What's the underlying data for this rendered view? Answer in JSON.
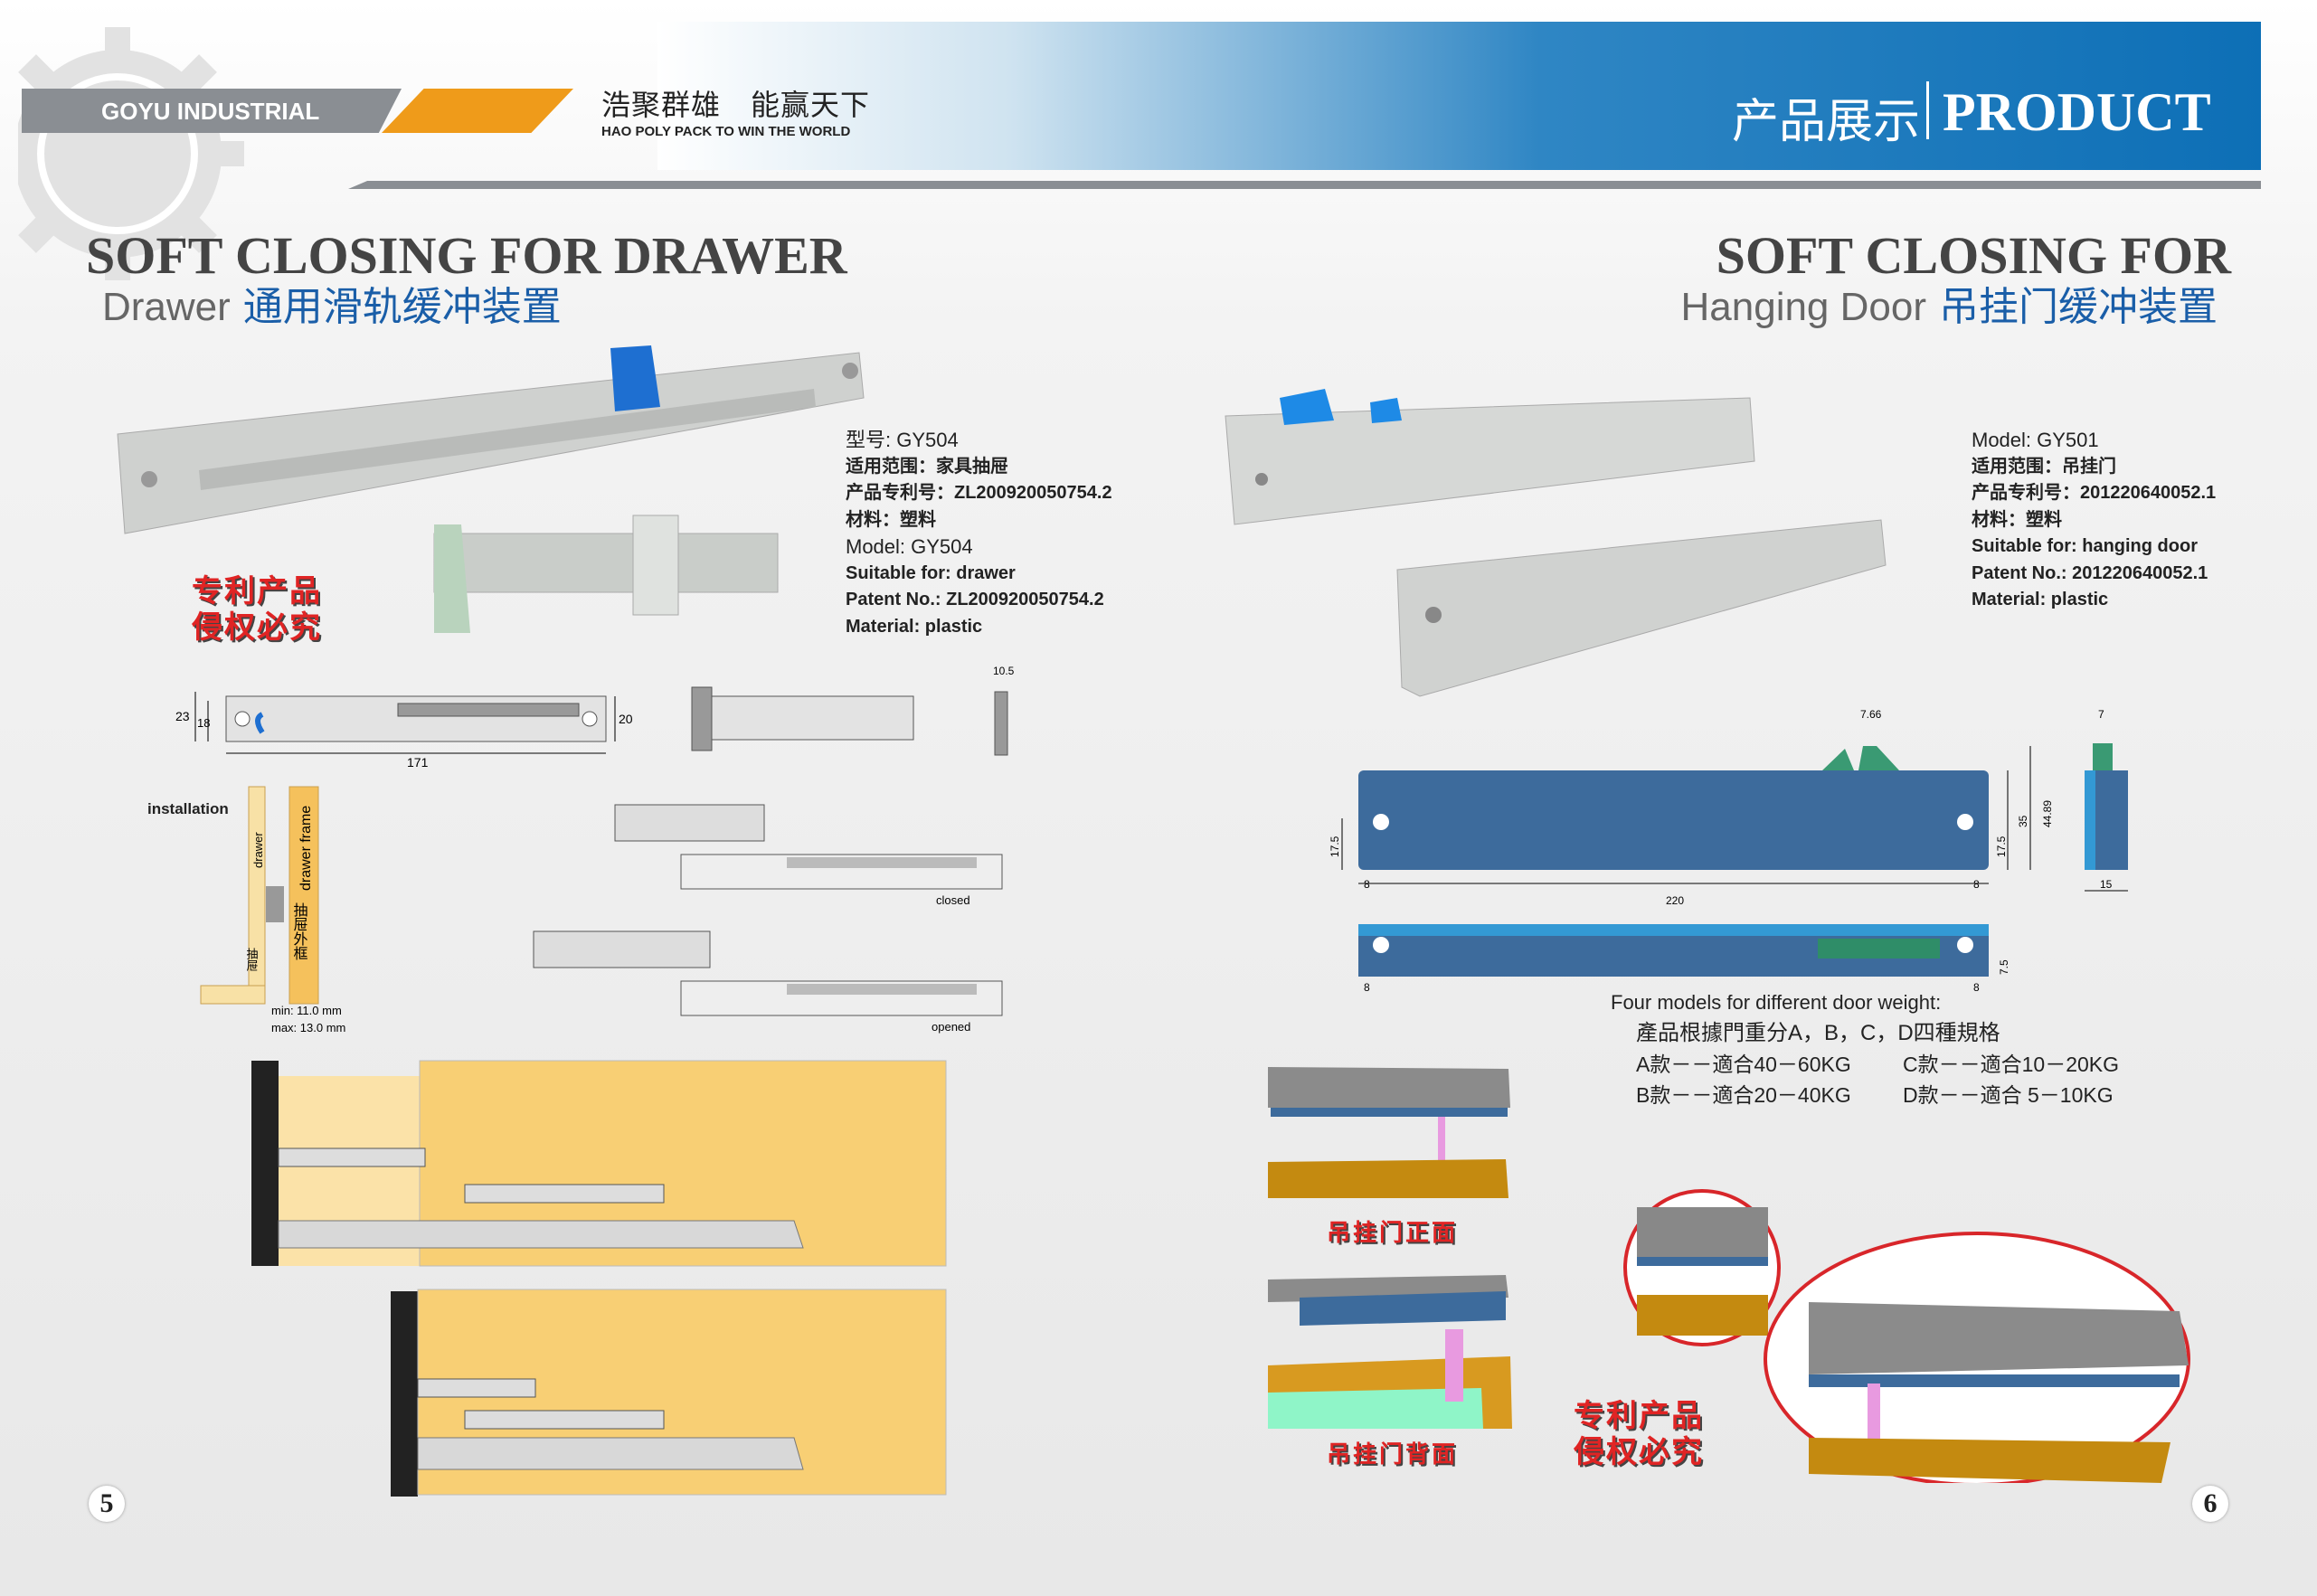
{
  "header": {
    "brand": "GOYU INDUSTRIAL",
    "slogan_cn": "浩聚群雄　能赢天下",
    "slogan_en": "HAO POLY PACK TO WIN THE WORLD",
    "section_cn": "产品展示",
    "section_en": "PRODUCT"
  },
  "left": {
    "title": "SOFT CLOSING FOR DRAWER",
    "subtitle_en": "Drawer",
    "subtitle_cn": "通用滑轨缓冲装置",
    "specs": [
      "型号: GY504",
      "适用范围：家具抽屉",
      "产品专利号：ZL200920050754.2",
      "材料：塑料",
      "Model: GY504",
      "Suitable for: drawer",
      "Patent No.: ZL200920050754.2",
      "Material: plastic"
    ],
    "patent_stamp": [
      "专利产品",
      "侵权必究"
    ],
    "dims": {
      "h1": "23",
      "h2": "18",
      "h3": "20",
      "length": "171",
      "thick": "10.5"
    },
    "installation": {
      "label": "installation",
      "drawer": "drawer",
      "drawer_cn": "抽屉",
      "frame": "drawer frame",
      "frame_cn": "抽屉外框",
      "min": "min: 11.0 mm",
      "max": "max: 13.0 mm"
    },
    "states": {
      "closed": "closed",
      "opened": "opened"
    },
    "page": "5"
  },
  "right": {
    "title": "SOFT CLOSING FOR",
    "subtitle_en": "Hanging Door",
    "subtitle_cn": "吊挂门缓冲装置",
    "specs": [
      "Model: GY501",
      "适用范围：吊挂门",
      "产品专利号：201220640052.1",
      "材料：塑料",
      "Suitable for: hanging door",
      "Patent No.: 201220640052.1",
      "Material: plastic"
    ],
    "dims": {
      "d766": "7.66",
      "d7": "7",
      "d175": "17.5",
      "d175b": "17.5",
      "d35": "35",
      "d4489": "44.89",
      "d8a": "8",
      "d8b": "8",
      "d220": "220",
      "d15": "15",
      "d75": "7.5",
      "d8c": "8",
      "d8d": "8"
    },
    "models": {
      "intro": "Four models for different door weight:",
      "cn": "產品根據門重分A，B，C，D四種規格",
      "rows": [
        [
          "A款－－適合40－60KG",
          "C款－－適合10－20KG"
        ],
        [
          "B款－－適合20－40KG",
          "D款－－適合 5－10KG"
        ]
      ]
    },
    "captions": {
      "front": "吊挂门正面",
      "back": "吊挂门背面"
    },
    "patent_stamp": [
      "专利产品",
      "侵权必究"
    ],
    "page": "6"
  },
  "colors": {
    "blue": "#0d6fb6",
    "orange": "#ef9b1a",
    "gray": "#8a8e93",
    "red": "#e02424",
    "yellow": "#f8cf74",
    "diagram_blue": "#3d6b9c"
  }
}
